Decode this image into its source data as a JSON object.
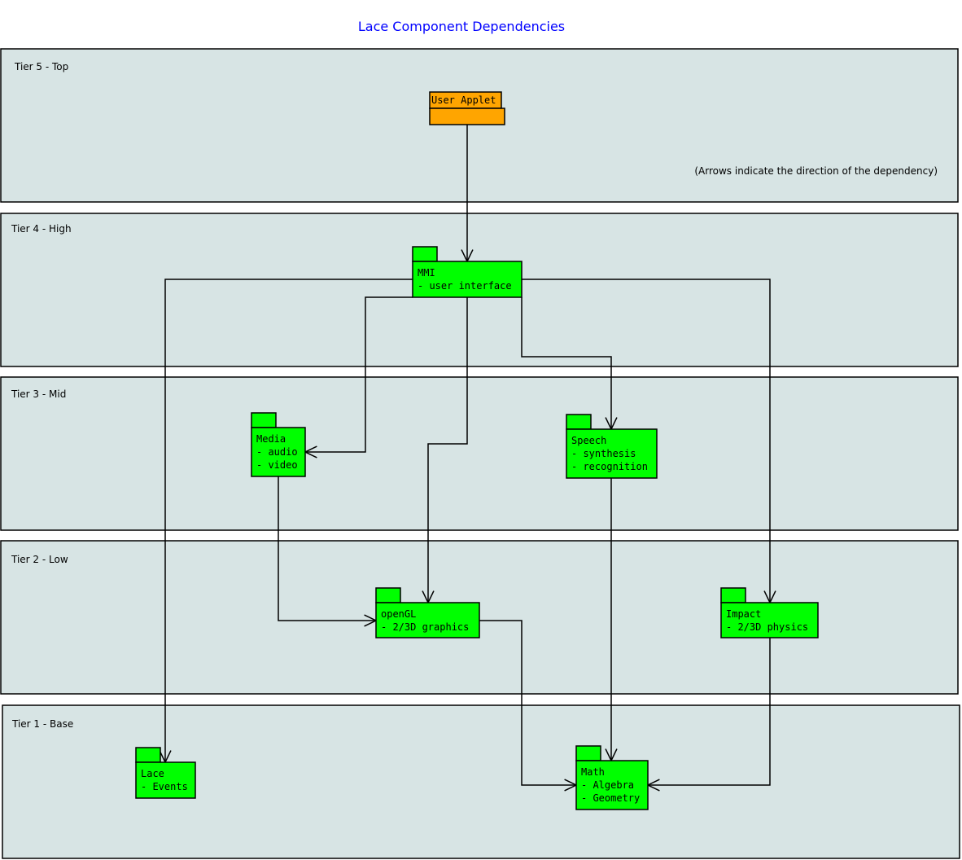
{
  "title": "Lace Component Dependencies",
  "note": "(Arrows indicate the direction of the dependency)",
  "tiers": [
    {
      "label": "Tier 5 - Top"
    },
    {
      "label": "Tier 4 - High"
    },
    {
      "label": "Tier 3 - Mid"
    },
    {
      "label": "Tier 2 - Low"
    },
    {
      "label": "Tier 1 - Base"
    }
  ],
  "colors": {
    "component": "#00ff00",
    "applet": "#ffa500",
    "tier_background": "#d7e4e4",
    "title": "#0000ff"
  },
  "packages": {
    "user_applet": {
      "name": "User Applet",
      "lines": []
    },
    "mmi": {
      "name": "MMI",
      "lines": [
        "- user interface"
      ]
    },
    "media": {
      "name": "Media",
      "lines": [
        "- audio",
        "- video"
      ]
    },
    "speech": {
      "name": "Speech",
      "lines": [
        "- synthesis",
        "- recognition"
      ]
    },
    "opengl": {
      "name": "openGL",
      "lines": [
        "- 2/3D graphics"
      ]
    },
    "impact": {
      "name": "Impact",
      "lines": [
        "- 2/3D physics"
      ]
    },
    "lace": {
      "name": "Lace",
      "lines": [
        "- Events"
      ]
    },
    "math": {
      "name": "Math",
      "lines": [
        "- Algebra",
        "- Geometry"
      ]
    }
  },
  "dependencies": [
    {
      "from": "User Applet",
      "to": "MMI"
    },
    {
      "from": "MMI",
      "to": "Lace"
    },
    {
      "from": "MMI",
      "to": "Media"
    },
    {
      "from": "MMI",
      "to": "openGL"
    },
    {
      "from": "MMI",
      "to": "Speech"
    },
    {
      "from": "MMI",
      "to": "Impact"
    },
    {
      "from": "Media",
      "to": "openGL"
    },
    {
      "from": "openGL",
      "to": "Math"
    },
    {
      "from": "Speech",
      "to": "Math"
    },
    {
      "from": "Impact",
      "to": "Math"
    }
  ]
}
